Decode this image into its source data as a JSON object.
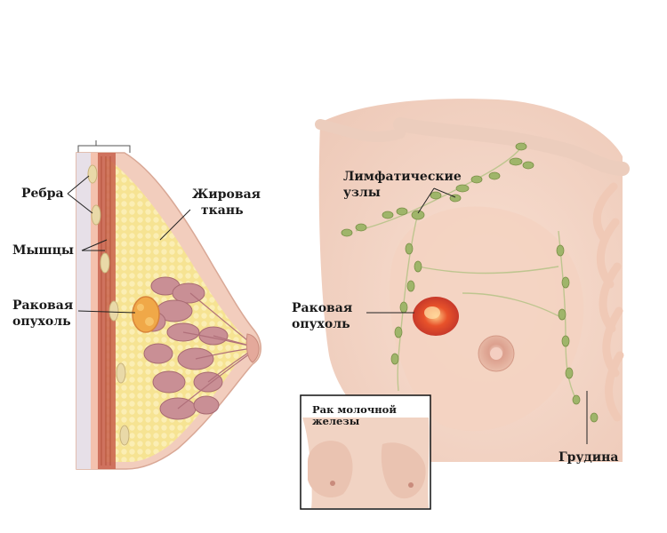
{
  "labels": {
    "ribs": "Ребра",
    "muscles": "Мышцы",
    "tumor_left": [
      "Раковая",
      "опухоль"
    ],
    "fat": [
      "Жировая",
      "ткань"
    ],
    "lymph": [
      "Лимфатические",
      "узлы"
    ],
    "tumor_right": [
      "Раковая",
      "опухоль"
    ],
    "sternum": "Грудина",
    "inset_title": [
      "Рак молочной",
      "железы"
    ]
  },
  "colors": {
    "skin": "#f2d4c4",
    "skin_light": "#f8e6dc",
    "fat": "#f7e49a",
    "lobule": "#c98f95",
    "tumor": "#e0602a",
    "lymph_node": "#9fb56a",
    "muscle": "#c9614d"
  }
}
